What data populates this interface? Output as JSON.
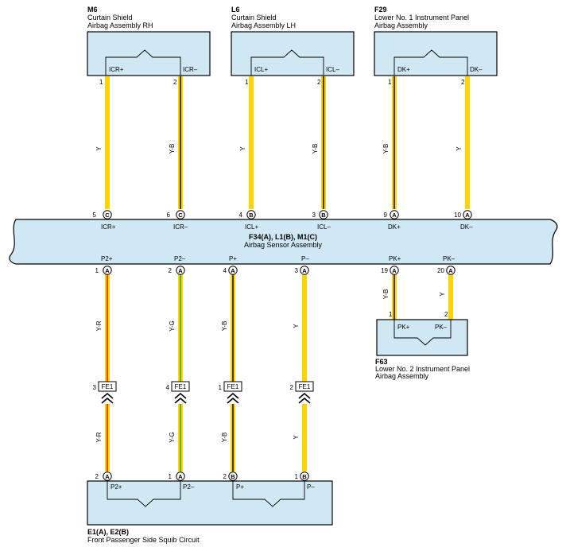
{
  "components": {
    "m6": {
      "id": "M6",
      "line1": "Curtain Shield",
      "line2": "Airbag Assembly RH",
      "term_pos": "ICR+",
      "term_neg": "ICR–"
    },
    "l6": {
      "id": "L6",
      "line1": "Curtain Shield",
      "line2": "Airbag Assembly LH",
      "term_pos": "ICL+",
      "term_neg": "ICL–"
    },
    "f29": {
      "id": "F29",
      "line1": "Lower No.  1 Instrument Panel",
      "line2": "Airbag Assembly",
      "term_pos": "DK+",
      "term_neg": "DK–"
    },
    "sensor": {
      "id": "F34(A), L1(B), M1(C)",
      "name": "Airbag Sensor Assembly",
      "top_terms": [
        "ICR+",
        "ICR–",
        "ICL+",
        "ICL–",
        "DK+",
        "DK–"
      ],
      "top_pins": [
        "5",
        "6",
        "4",
        "3",
        "9",
        "10"
      ],
      "top_conn": [
        "C",
        "C",
        "B",
        "B",
        "A",
        "A"
      ],
      "bot_terms": [
        "P2+",
        "P2–",
        "P+",
        "P–",
        "PK+",
        "PK–"
      ],
      "bot_pins": [
        "1",
        "2",
        "4",
        "3",
        "19",
        "20"
      ],
      "bot_conn": [
        "A",
        "A",
        "A",
        "A",
        "A",
        "A"
      ]
    },
    "f63": {
      "id": "F63",
      "line1": "Lower No.  2 Instrument Panel",
      "line2": "Airbag Assembly",
      "term_pos": "PK+",
      "term_neg": "PK–"
    },
    "squib": {
      "id": "E1(A), E2(B)",
      "name": "Front Passenger Side Squib Circuit",
      "terms": [
        "P2+",
        "P2–",
        "P+",
        "P–"
      ],
      "pins": [
        "2",
        "1",
        "2",
        "1"
      ],
      "conn": [
        "A",
        "A",
        "B",
        "B"
      ]
    }
  },
  "top_pins": [
    "1",
    "2",
    "1",
    "2",
    "1",
    "2"
  ],
  "f63_pins": [
    "1",
    "2"
  ],
  "wires": {
    "top": [
      "Y",
      "Y-B",
      "Y",
      "Y-B",
      "Y-B",
      "Y"
    ],
    "pk": [
      "Y-B",
      "Y"
    ],
    "mid": [
      "Y-R",
      "Y-G",
      "Y-B",
      "Y"
    ],
    "low": [
      "Y-R",
      "Y-G",
      "Y-B",
      "Y"
    ]
  },
  "junction": {
    "label": "FE1",
    "pins": [
      "3",
      "4",
      "1",
      "2"
    ]
  },
  "colors": {
    "box_fill": "#cfe8f4",
    "yellow": "#ffd400",
    "red": "#e8282d",
    "green": "#3aa745",
    "black": "#000000"
  }
}
